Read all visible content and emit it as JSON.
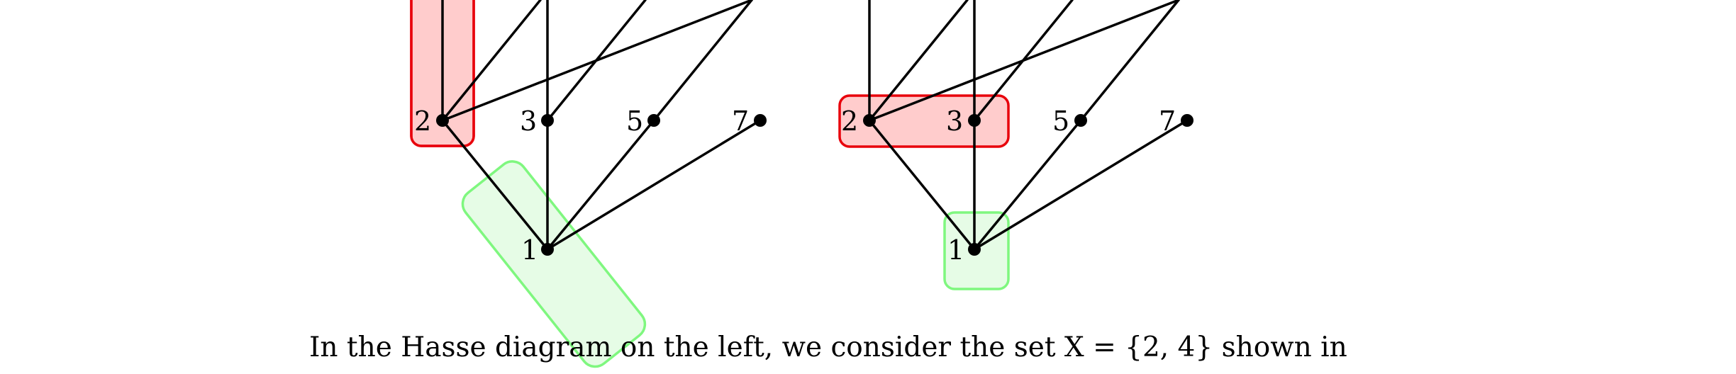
{
  "left_diagram": {
    "labels": {
      "n2": "2",
      "n3": "3",
      "n5": "5",
      "n7": "7",
      "n1": "1"
    }
  },
  "right_diagram": {
    "labels": {
      "n2": "2",
      "n3": "3",
      "n5": "5",
      "n7": "7",
      "n1": "1"
    }
  },
  "colors": {
    "highlight_red_fill": "#ffcccc",
    "highlight_red_stroke": "#e8000b",
    "highlight_green_fill": "#e0fbe0",
    "highlight_green_stroke": "#7ff77f"
  },
  "caption": {
    "line1": "In the Hasse diagram on the left, we consider the set X = {2, 4} shown in"
  }
}
